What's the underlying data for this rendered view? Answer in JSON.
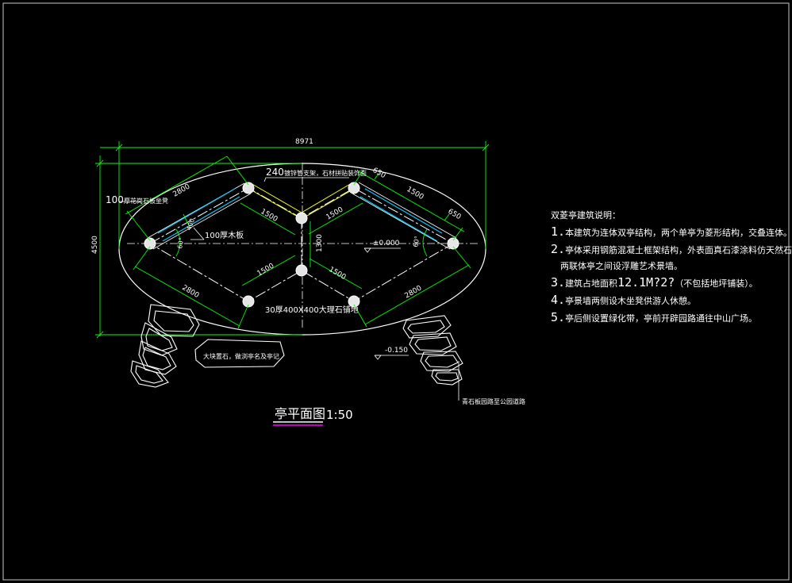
{
  "title": {
    "main": "亭平面图",
    "scale": "1:50"
  },
  "dims": {
    "overall_width": "8971",
    "overall_height": "4500",
    "d2800": "2800",
    "d1500": "1500",
    "d650": "650",
    "d1300": "1300",
    "d400": "400",
    "angle60": "60°"
  },
  "labels": {
    "pipe_frame": "240",
    "pipe_frame_text": "镀锌管支架，石材拼贴装饰面",
    "bench_num": "100",
    "bench_text": "厚花岗石板坐凳",
    "wood_board": "100厚木板",
    "floor_slab": "30厚400X400大理石铺地",
    "level_zero": "±0.000",
    "level_minus": "-0.150",
    "stones_text": "大块置石，做浏亭名及亭记",
    "path_text": "青石板园路至公园道路"
  },
  "notes": {
    "heading": "双菱亭建筑说明：",
    "n1_num": "1.",
    "n1_text": "本建筑为连体双亭结构，两个单亭为菱形结构，交叠连体。",
    "n2_num": "2.",
    "n2_text": "亭体采用钢筋混凝土框架结构，外表面真石漆涂料仿天然石材效果；",
    "n2_text_b": "两联体亭之间设浮雕艺术景墙。",
    "n3_num": "3.",
    "n3_text_a": "建筑占地面积",
    "n3_value": "12.1M?2?",
    "n3_text_b": "（不包括地坪铺装）。",
    "n4_num": "4.",
    "n4_text": "亭景墙两侧设木坐凳供游人休憩。",
    "n5_num": "5.",
    "n5_text": "亭后侧设置绿化带，亭前开辟园路通往中山广场。"
  },
  "colors": {
    "background": "#000000",
    "line": "#ffffff",
    "dimension": "#00ff00",
    "cyan": "#00c8ff",
    "yellow": "#ffff00",
    "magenta": "#ff00ff",
    "grey": "#aaaaaa"
  }
}
